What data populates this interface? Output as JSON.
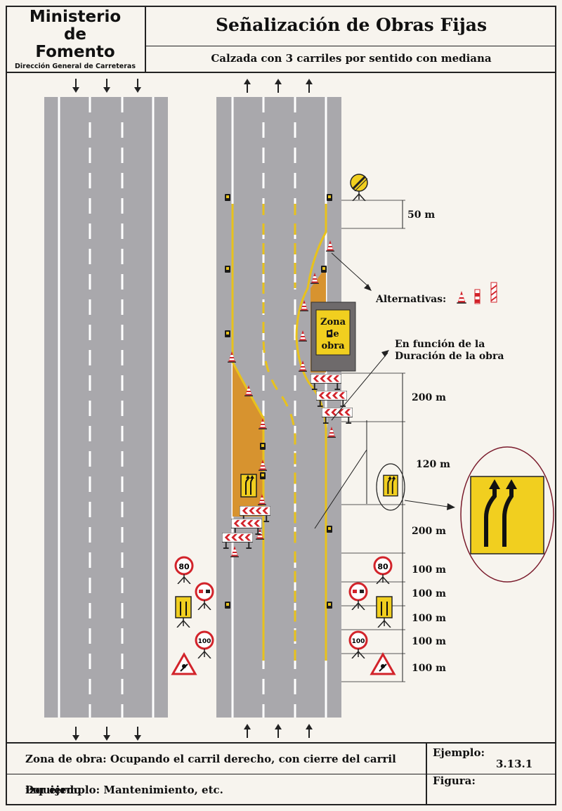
{
  "header": {
    "logo_line1": "Ministerio",
    "logo_line2": "de",
    "logo_line3": "Fomento",
    "logo_sub": "Dirección General de Carreteras",
    "title": "Señalización de Obras Fijas",
    "subtitle": "Calzada con 3 carriles por sentido con mediana"
  },
  "diagram": {
    "zona_line1": "Zona",
    "zona_line2": "de",
    "zona_line3": "obra",
    "alternativas": "Alternativas:",
    "funcion_line1": "En función de la",
    "funcion_line2": "Duración de la obra",
    "dist_50": "50 m",
    "dist_200a": "200 m",
    "dist_120": "120 m",
    "dist_200b": "200 m",
    "dist_100a": "100 m",
    "dist_100b": "100 m",
    "dist_100c": "100 m",
    "dist_100d": "100 m",
    "dist_100e": "100 m",
    "sign_80": "80",
    "sign_100": "100"
  },
  "footer": {
    "zona_text": "Zona de obra: Ocupando el carril derecho, con cierre del carril izquierdo",
    "ejemplo_label": "Ejemplo:",
    "ejemplo_value": "3.13.1",
    "ejemplo_text": "Por ejemplo: Mantenimiento, etc.",
    "figura_label": "Figura:"
  },
  "colors": {
    "road": "#a9a8ac",
    "yellow_line": "#e8c21c",
    "sign_yellow": "#f1cf1f",
    "sign_red": "#d2232a",
    "work_zone": "#6e6a6b",
    "taper_orange": "#d7932f",
    "ellipse": "#7a1b2c"
  }
}
